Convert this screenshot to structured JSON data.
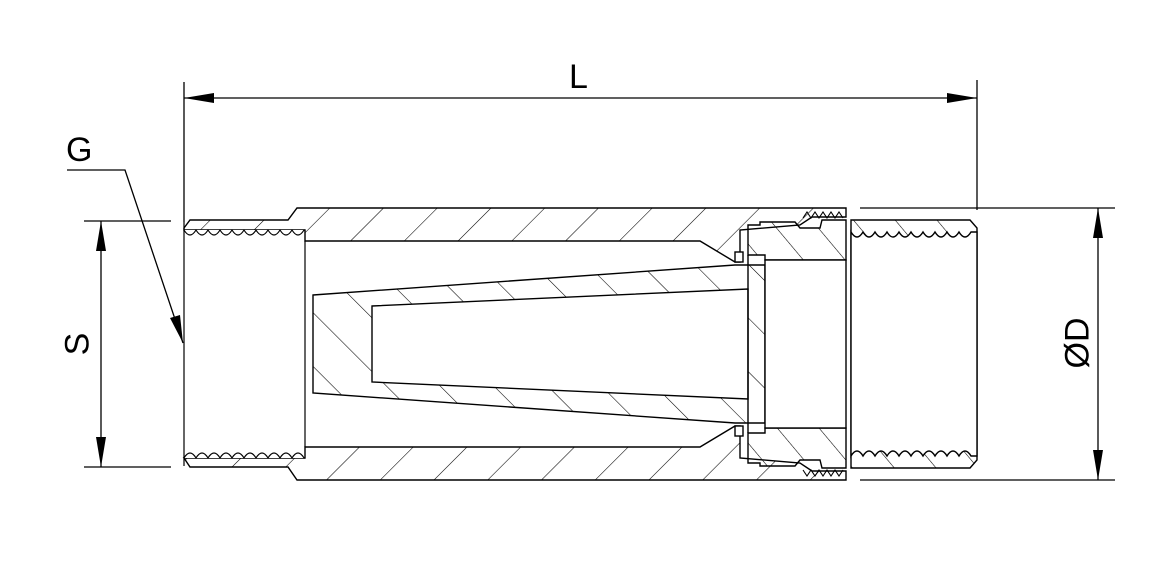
{
  "drawing": {
    "type": "technical cross-section drawing",
    "subject": "threaded pipe fitting / check valve body with conical insert",
    "colors": {
      "line": "#000000",
      "background": "#ffffff"
    }
  },
  "dimensions": {
    "length": {
      "label": "L",
      "orientation": "horizontal"
    },
    "thread": {
      "label": "G",
      "orientation": "leader"
    },
    "wrench_size": {
      "label": "S",
      "orientation": "vertical"
    },
    "diameter": {
      "label": "ØD",
      "orientation": "vertical"
    }
  }
}
